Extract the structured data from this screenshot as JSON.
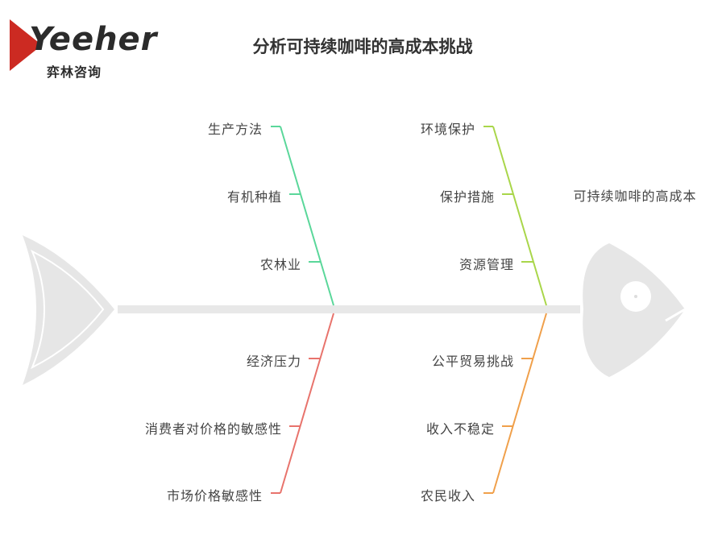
{
  "title": "分析可持续咖啡的高成本挑战",
  "logo": {
    "brand": "Yeeher",
    "subtitle": "弈林咨询"
  },
  "effect": "可持续咖啡的高成本",
  "colors": {
    "spine": "#e8e8e8",
    "fish": "#e6e6e6",
    "green": "#5ad79a",
    "lime": "#a9d64a",
    "red": "#e8736c",
    "orange": "#f0a04b"
  },
  "categories": {
    "upper_left": {
      "items": [
        "生产方法",
        "有机种植",
        "农林业"
      ]
    },
    "upper_right": {
      "items": [
        "环境保护",
        "保护措施",
        "资源管理"
      ]
    },
    "lower_left": {
      "items": [
        "经济压力",
        "消费者对价格的敏感性",
        "市场价格敏感性"
      ]
    },
    "lower_right": {
      "items": [
        "公平贸易挑战",
        "收入不稳定",
        "农民收入"
      ]
    }
  }
}
